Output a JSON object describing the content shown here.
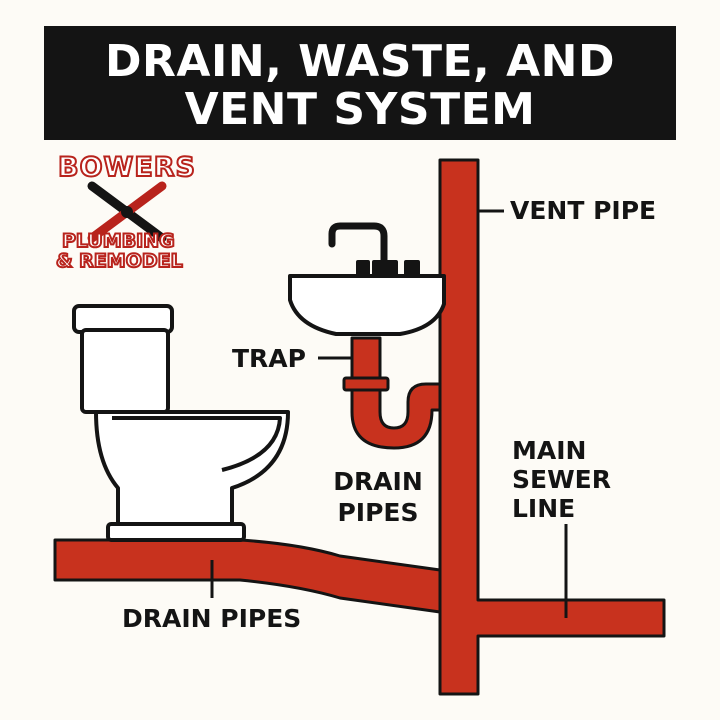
{
  "title": {
    "line1": "DRAIN, WASTE, AND",
    "line2": "VENT SYSTEM"
  },
  "logo": {
    "top": "BOWERS",
    "middle": "PLUMBING",
    "bottom": "& REMODEL"
  },
  "labels": {
    "vent_pipe": "VENT PIPE",
    "trap": "TRAP",
    "drain_pipes_mid_line1": "DRAIN",
    "drain_pipes_mid_line2": "PIPES",
    "main_sewer_line1": "MAIN",
    "main_sewer_line2": "SEWER",
    "main_sewer_line3": "LINE",
    "drain_pipes_bottom": "DRAIN PIPES"
  },
  "colors": {
    "pipe": "#c8321e",
    "outline": "#141414",
    "fixture": "#ffffff",
    "title_bg": "#141414"
  },
  "icons": [
    "toilet-icon",
    "sink-icon",
    "faucet-icon",
    "wrench-icon"
  ]
}
